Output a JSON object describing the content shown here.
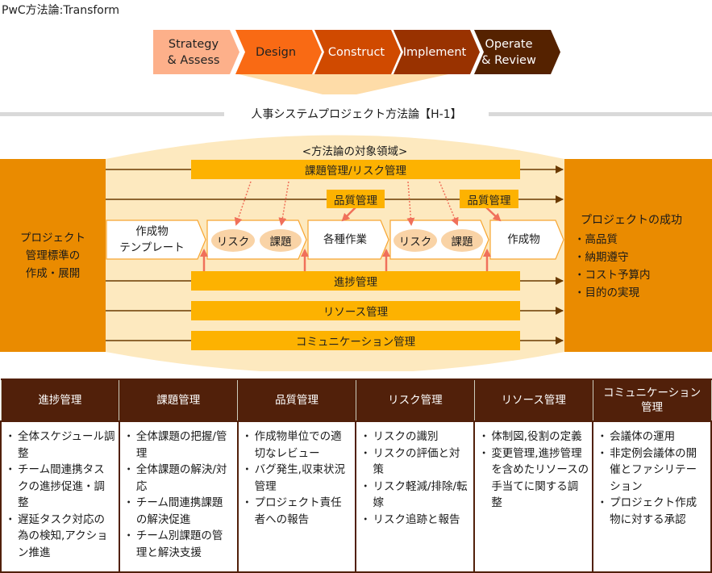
{
  "title": "PwC方法論:Transform",
  "phases": [
    {
      "label": "Strategy\n& Assess",
      "color": "#fdb08a",
      "text_color": "#222222"
    },
    {
      "label": "Design",
      "color": "#f96a14",
      "text_color": "#222222"
    },
    {
      "label": "Construct",
      "color": "#d04a00",
      "text_color": "#ffffff"
    },
    {
      "label": "Implement",
      "color": "#993200",
      "text_color": "#ffffff"
    },
    {
      "label": "Operate\n& Review",
      "color": "#552200",
      "text_color": "#ffffff"
    }
  ],
  "section_title": "人事システムプロジェクト方法論【H-1】",
  "diagram": {
    "scope_label": "<方法論の対象領域>",
    "left_box": "プロジェクト\n管理標準の\n作成・展開",
    "right_box": {
      "title": "プロジェクトの成功",
      "items": [
        "・高品質",
        "・納期遵守",
        "・コスト予算内",
        "・目的の実現"
      ]
    },
    "top_bar": "課題管理/リスク管理",
    "quality_labels": [
      "品質管理",
      "品質管理"
    ],
    "steps": [
      "作成物\nテンプレート",
      "",
      "各種作業",
      "",
      "作成物"
    ],
    "ovals": [
      "リスク",
      "課題",
      "リスク",
      "課題"
    ],
    "bottom_bars": [
      "進捗管理",
      "リソース管理",
      "コミュニケーション管理"
    ],
    "colors": {
      "band": "#fde9bf",
      "bar": "#fdb201",
      "side": "#ea8b00",
      "line": "#6b3a00",
      "arrow_red": "#f0705a"
    }
  },
  "table": {
    "columns": [
      {
        "header": "進捗管理",
        "items": [
          "全体スケジュール調整",
          "チーム間連携タスクの進捗促進・調整",
          "遅延タスク対応の為の検知,アクション推進"
        ]
      },
      {
        "header": "課題管理",
        "items": [
          "全体課題の把握/管理",
          "全体課題の解決/対応",
          "チーム間連携課題の解決促進",
          "チーム別課題の管理と解決支援"
        ]
      },
      {
        "header": "品質管理",
        "items": [
          "作成物単位での適切なレビュー",
          "バグ発生,収束状況管理",
          "プロジェクト責任者への報告"
        ]
      },
      {
        "header": "リスク管理",
        "items": [
          "リスクの識別",
          "リスクの評価と対策",
          "リスク軽減/排除/転嫁",
          "リスク追跡と報告"
        ]
      },
      {
        "header": "リソース管理",
        "items": [
          "体制図,役割の定義",
          "変更管理,進捗管理を含めたリソースの手当てに関する調整"
        ]
      },
      {
        "header": "コミュニケーション\n管理",
        "items": [
          "会議体の運用",
          "非定例会議体の開催とファシリテーション",
          "プロジェクト作成物に対する承認"
        ]
      }
    ]
  }
}
